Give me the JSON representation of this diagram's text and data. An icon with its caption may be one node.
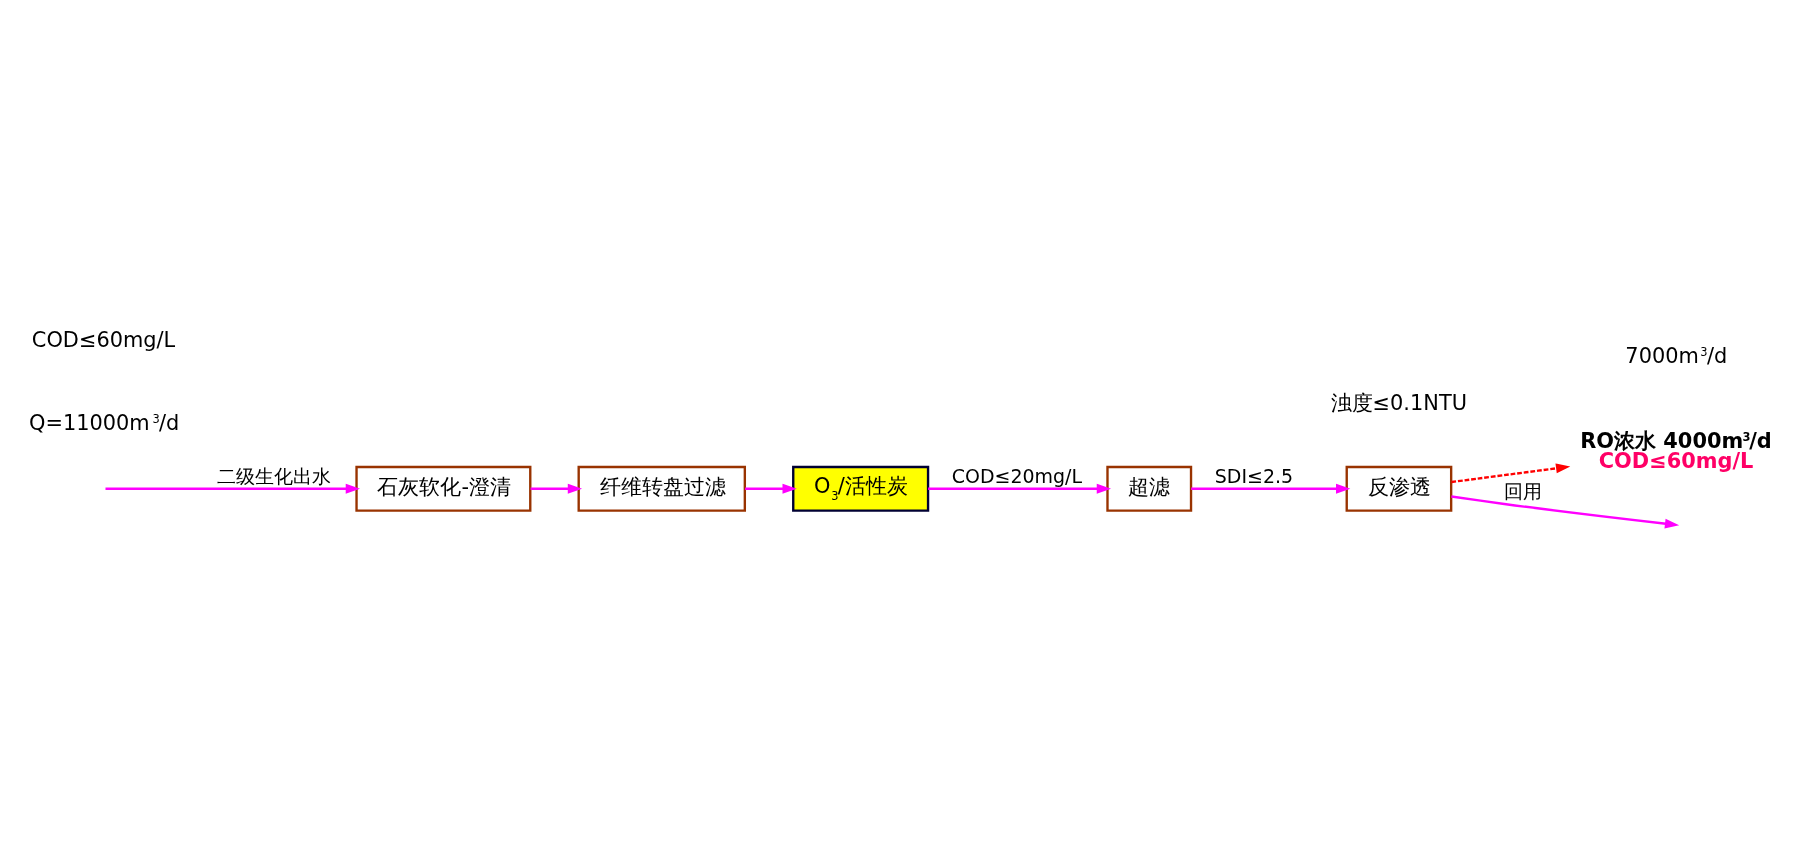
{
  "diagram": {
    "nodes": [
      {
        "text": [
          "石灰软化-澄清"
        ]
      },
      {
        "text": [
          "纤维转盘过滤"
        ]
      },
      {
        "text": [
          "O$_{3}$/活性炭"
        ]
      },
      {
        "text": [
          "超滤"
        ]
      },
      {
        "text": [
          "反渗透"
        ]
      },
      {
        "text": [
          "RO浓水 4000m$^{3}$/d",
          "COD≤60mg/L"
        ]
      }
    ],
    "edges": [
      {
        "from": null,
        "to": 0,
        "arrow": "to",
        "label": "二级生化出水"
      },
      {
        "from": 0,
        "to": 1,
        "arrow": "to"
      },
      {
        "from": 1,
        "to": 2,
        "arrow": "to"
      },
      {
        "from": 2,
        "to": 3,
        "arrow": "to",
        "label": "COD≤20mg/L"
      },
      {
        "from": 3,
        "to": 4,
        "arrow": "to",
        "label": "SDI≤2.5"
      },
      {
        "from": 4,
        "to": null,
        "arrow": "to",
        "label": "回用"
      },
      {
        "from": 4,
        "to": 5,
        "arrow": "to",
        "style": "dashed",
        "color": "#ff0000"
      }
    ],
    "labels": [
      "Q=11000m$^{3}$/d",
      "COD≤60mg/L",
      "浊度≤0.1NTU",
      "7000m$^{3}$/d"
    ]
  }
}
